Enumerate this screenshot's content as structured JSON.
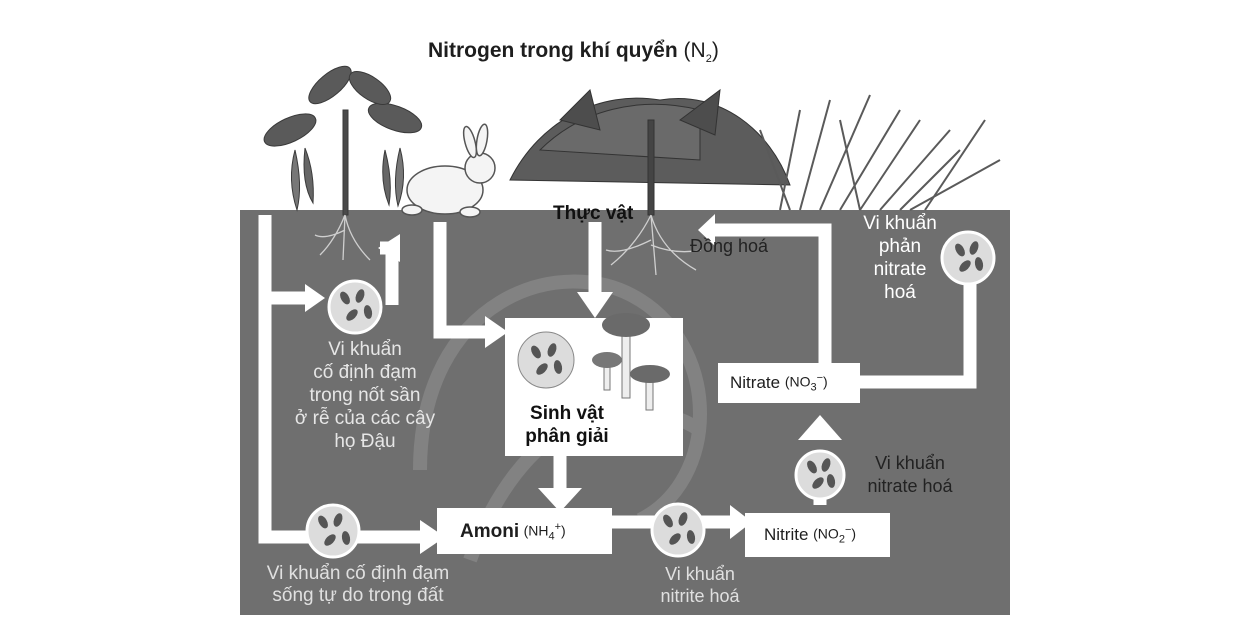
{
  "title": {
    "prefix": "Nitrogen trong khí quyển",
    "formula_open": "(N",
    "formula_sub": "2",
    "formula_close": ")"
  },
  "plant_label": "Thực vật",
  "assimilation_label": "Đồng hoá",
  "denitrify_bacteria": [
    "Vi khuẩn",
    "phản",
    "nitrate",
    "hoá"
  ],
  "nodule_bacteria": [
    "Vi khuẩn",
    "cố định đạm",
    "trong nốt sần",
    "ở rễ của các cây",
    "họ Đậu"
  ],
  "decomposers": [
    "Sinh vật",
    "phân giải"
  ],
  "nitrate_box": {
    "label": "Nitrate",
    "f_open": "(NO",
    "f_sub": "3",
    "f_sup": "−",
    "f_close": ")"
  },
  "nitrate_bacteria": [
    "Vi khuẩn",
    "nitrate hoá"
  ],
  "ammonium_box": {
    "label": "Amoni",
    "f_open": "(NH",
    "f_sub": "4",
    "f_sup": "+",
    "f_close": ")"
  },
  "nitrite_box": {
    "label": "Nitrite",
    "f_open": "(NO",
    "f_sub": "2",
    "f_sup": "−",
    "f_close": ")"
  },
  "free_bacteria": [
    "Vi khuẩn cố định đạm",
    "sống tự do trong đất"
  ],
  "nitrite_bacteria": [
    "Vi khuẩn",
    "nitrite hoá"
  ],
  "colors": {
    "soil": "#6f6f6f",
    "arrow": "#ffffff",
    "text": "#1e1e1e",
    "box": "#ffffff",
    "bacteria_circle": "#dcdcdc",
    "bacteria_dot": "#555555"
  }
}
